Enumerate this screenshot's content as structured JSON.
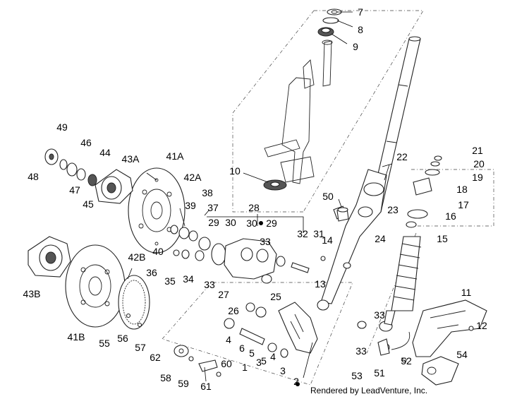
{
  "diagram": {
    "credit": "Rendered by LeadVenture, Inc.",
    "callouts": [
      "1",
      "2",
      "3",
      "3",
      "4",
      "4",
      "5",
      "5",
      "6",
      "7",
      "8",
      "9",
      "10",
      "11",
      "12",
      "13",
      "14",
      "15",
      "16",
      "17",
      "18",
      "19",
      "20",
      "21",
      "22",
      "23",
      "24",
      "25",
      "26",
      "27",
      "28",
      "29",
      "29",
      "30",
      "30",
      "31",
      "32",
      "33",
      "33",
      "33",
      "33",
      "34",
      "35",
      "36",
      "37",
      "38",
      "39",
      "40",
      "41A",
      "41B",
      "42A",
      "42B",
      "43A",
      "43B",
      "44",
      "45",
      "46",
      "47",
      "48",
      "49",
      "50",
      "51",
      "52",
      "53",
      "54",
      "55",
      "56",
      "57",
      "58",
      "59",
      "60",
      "61",
      "62"
    ]
  }
}
